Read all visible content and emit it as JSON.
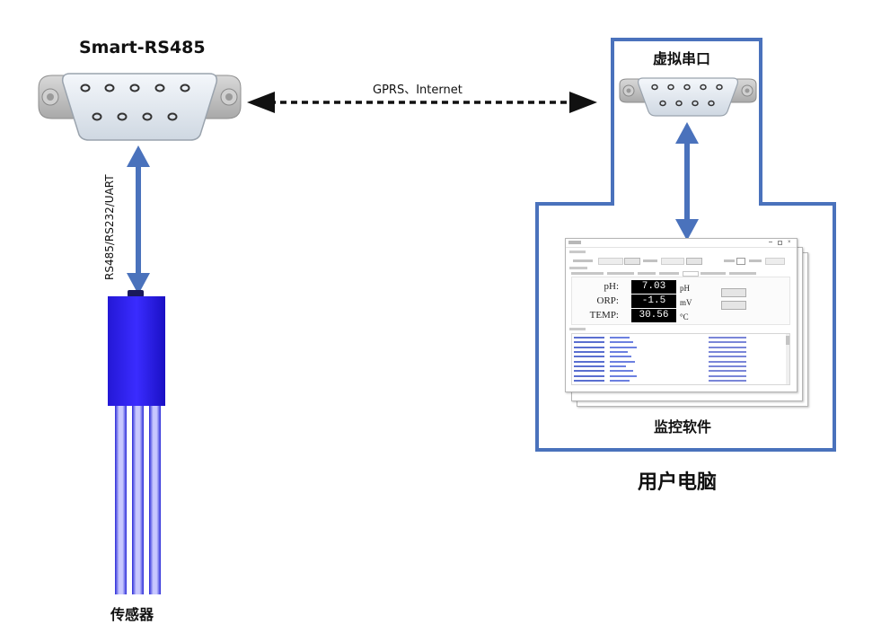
{
  "labels": {
    "device_title": "Smart-RS485",
    "virtual_port": "虚拟串口",
    "link_label": "GPRS、Internet",
    "wire_label": "RS485/RS232/UART",
    "sensor_label": "传感器",
    "software_label": "监控软件",
    "pc_label": "用户电脑"
  },
  "software": {
    "readings": [
      {
        "name": "pH:",
        "value": "7.03",
        "unit": "pH"
      },
      {
        "name": "ORP:",
        "value": "-1.5",
        "unit": "mV"
      },
      {
        "name": "TEMP:",
        "value": "30.56",
        "unit": "°C"
      }
    ]
  },
  "colors": {
    "frame_blue": "#4a72bc",
    "arrow_blue": "#4a72bc",
    "sensor_body": "#2a1ee8",
    "connector_gray": "#c8c8c8"
  }
}
